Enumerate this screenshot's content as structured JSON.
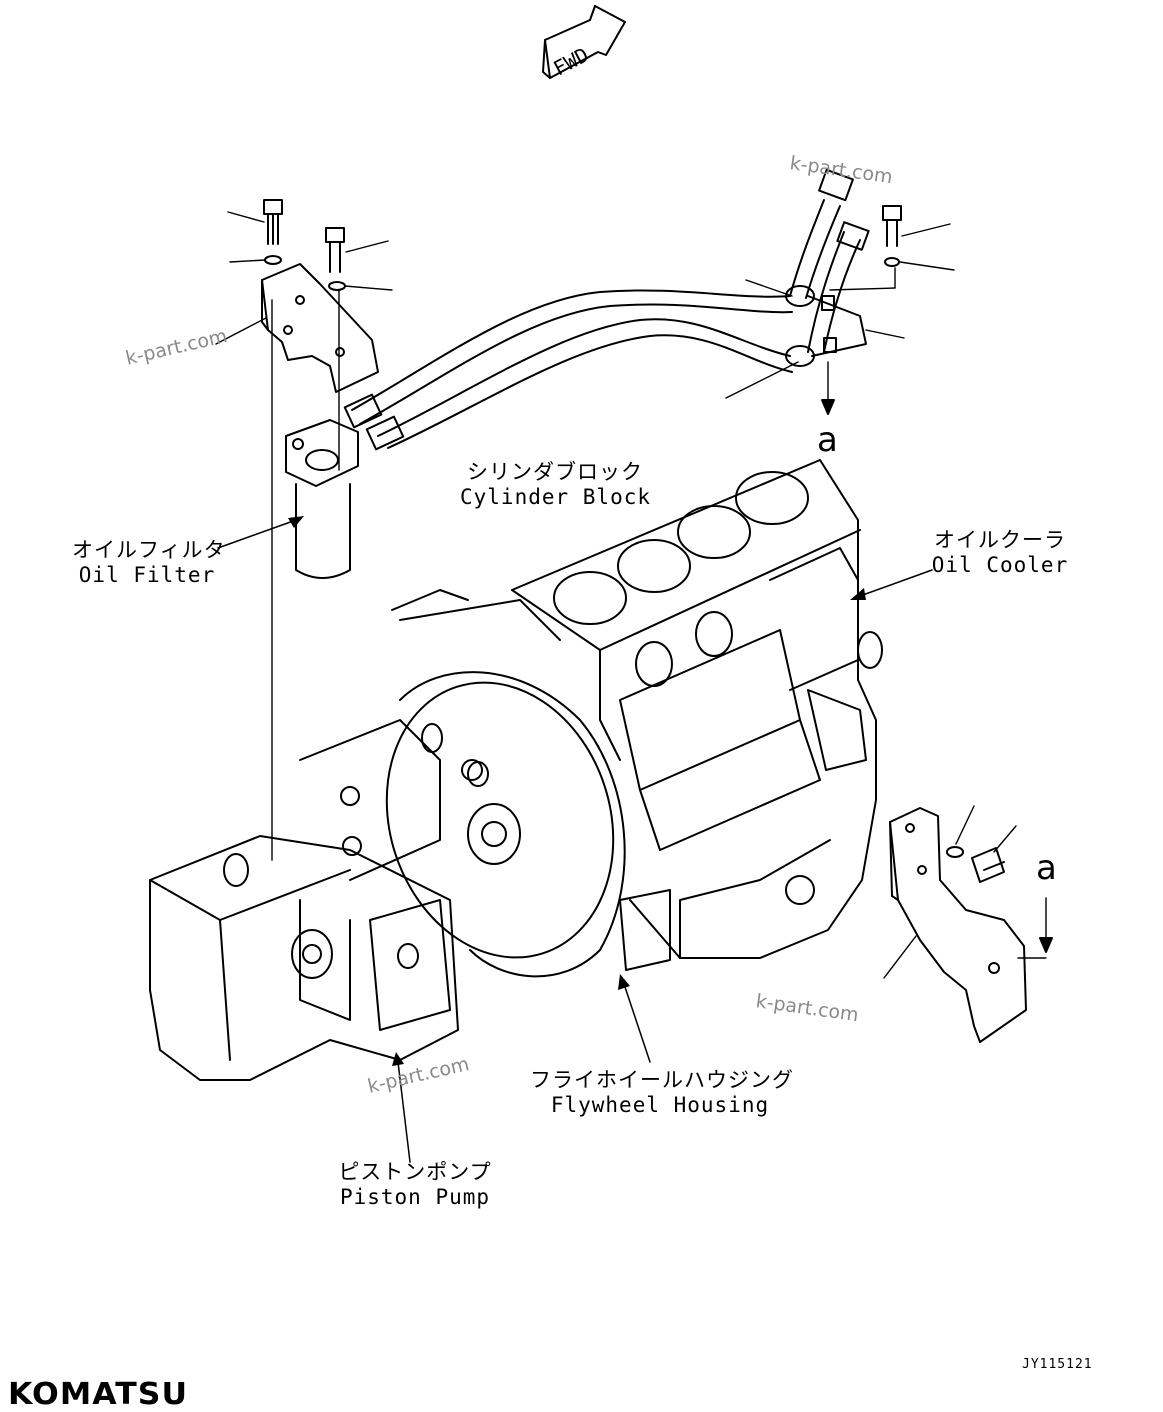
{
  "header": {
    "fwd_label": "FWD"
  },
  "labels": {
    "cylinder_block": {
      "jp": "シリンダブロック",
      "en": "Cylinder Block"
    },
    "oil_filter": {
      "jp": "オイルフィルタ",
      "en": "Oil Filter"
    },
    "oil_cooler": {
      "jp": "オイルクーラ",
      "en": "Oil Cooler"
    },
    "flywheel_housing": {
      "jp": "フライホイールハウジング",
      "en": "Flywheel Housing"
    },
    "piston_pump": {
      "jp": "ピストンポンプ",
      "en": "Piston Pump"
    }
  },
  "callouts": {
    "view_top": "a",
    "view_bottom": "a"
  },
  "watermarks": [
    "k-part.com",
    "k-part.com",
    "k-part.com",
    "k-part.com"
  ],
  "footer": {
    "drawing_code": "JY115121",
    "brand": "KOMATSU"
  }
}
